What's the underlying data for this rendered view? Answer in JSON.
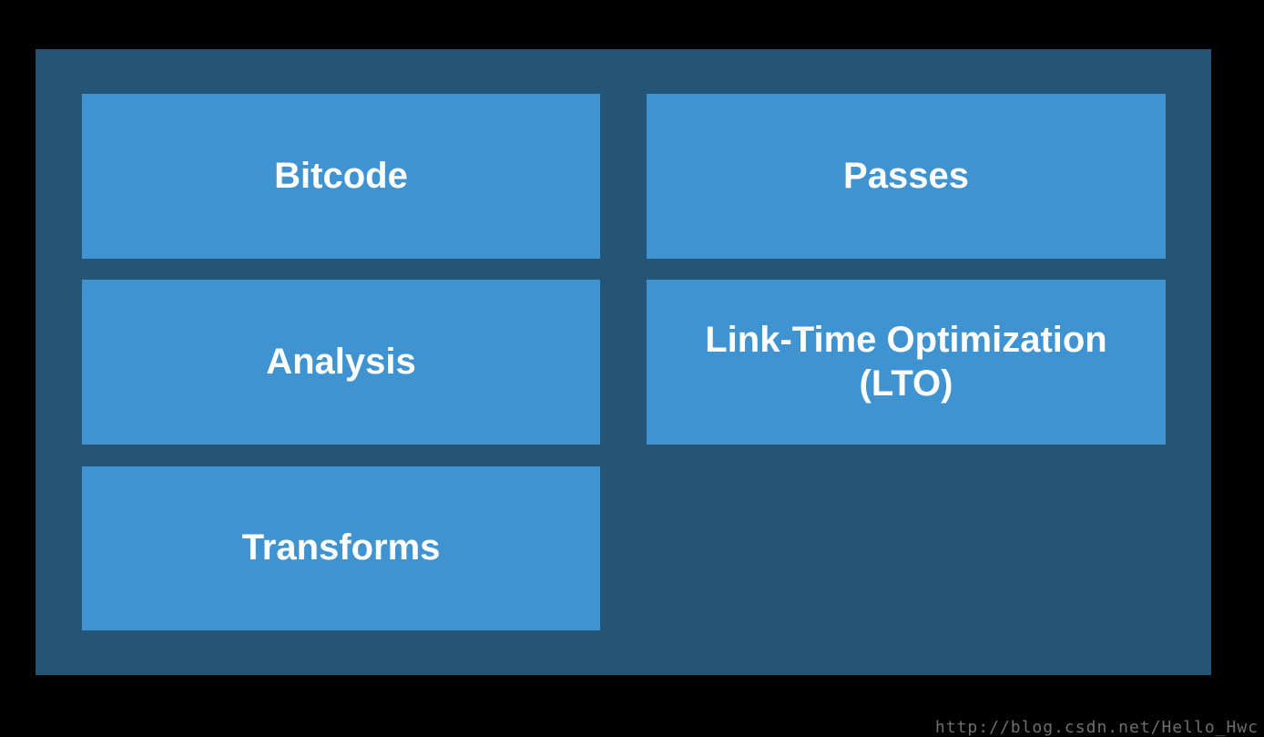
{
  "slide": {
    "boxes": [
      {
        "id": "bitcode",
        "label": "Bitcode"
      },
      {
        "id": "passes",
        "label": "Passes"
      },
      {
        "id": "analysis",
        "label": "Analysis"
      },
      {
        "id": "lto",
        "label": "Link-Time Optimization (LTO)"
      },
      {
        "id": "transforms",
        "label": "Transforms"
      }
    ],
    "colors": {
      "page_background": "#000000",
      "panel_background": "#255576",
      "box_background": "#3E93D0",
      "box_text": "#FFFFFF",
      "watermark_text": "#6E6E6E"
    },
    "watermark": "http://blog.csdn.net/Hello_Hwc"
  }
}
